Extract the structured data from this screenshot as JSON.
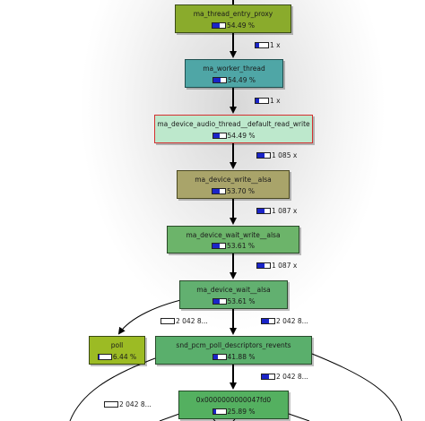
{
  "nodes": [
    {
      "id": "n0",
      "label": "ma_thread_entry_proxy",
      "pct": "54.49 %",
      "fraction": 0.5449,
      "color": "#8aab2c",
      "border": "#3a4a18"
    },
    {
      "id": "n1",
      "label": "ma_worker_thread",
      "pct": "54.49 %",
      "fraction": 0.5449,
      "color": "#4fa6a6",
      "border": "#1f4f4f"
    },
    {
      "id": "n2",
      "label": "ma_device_audio_thread__default_read_write",
      "pct": "54.49 %",
      "fraction": 0.5449,
      "color": "#bde8cc",
      "border": "#d43030"
    },
    {
      "id": "n3",
      "label": "ma_device_write__alsa",
      "pct": "53.70 %",
      "fraction": 0.537,
      "color": "#a9a46a",
      "border": "#4a4820"
    },
    {
      "id": "n4",
      "label": "ma_device_wait_write__alsa",
      "pct": "53.61 %",
      "fraction": 0.5361,
      "color": "#6cb46a",
      "border": "#2a4a28"
    },
    {
      "id": "n5",
      "label": "ma_device_wait__alsa",
      "pct": "53.61 %",
      "fraction": 0.5361,
      "color": "#62b070",
      "border": "#2a4a2c"
    },
    {
      "id": "n6",
      "label": "poll",
      "pct": "6.44 %",
      "fraction": 0.0644,
      "color": "#9cbb24",
      "border": "#3a4a10"
    },
    {
      "id": "n7",
      "label": "snd_pcm_poll_descriptors_revents",
      "pct": "41.88 %",
      "fraction": 0.4188,
      "color": "#5aaf6c",
      "border": "#2a4a2c"
    },
    {
      "id": "n8",
      "label": "0x0000000000047fd0",
      "pct": "25.89 %",
      "fraction": 0.2589,
      "color": "#54b060",
      "border": "#244a28"
    }
  ],
  "edges": [
    {
      "id": "e1",
      "label": "1 x",
      "fraction": 0.3
    },
    {
      "id": "e2",
      "label": "1 x",
      "fraction": 0.3
    },
    {
      "id": "e3",
      "label": "1 085 x",
      "fraction": 0.6
    },
    {
      "id": "e4",
      "label": "1 087 x",
      "fraction": 0.6
    },
    {
      "id": "e5",
      "label": "1 087 x",
      "fraction": 0.6
    },
    {
      "id": "e6",
      "label": "2 042 8...",
      "fraction": 0.0
    },
    {
      "id": "e7",
      "label": "2 042 8...",
      "fraction": 0.6
    },
    {
      "id": "e8",
      "label": "2 042 8...",
      "fraction": 0.6
    },
    {
      "id": "e9",
      "label": "2 042 8...",
      "fraction": 0.0
    }
  ]
}
